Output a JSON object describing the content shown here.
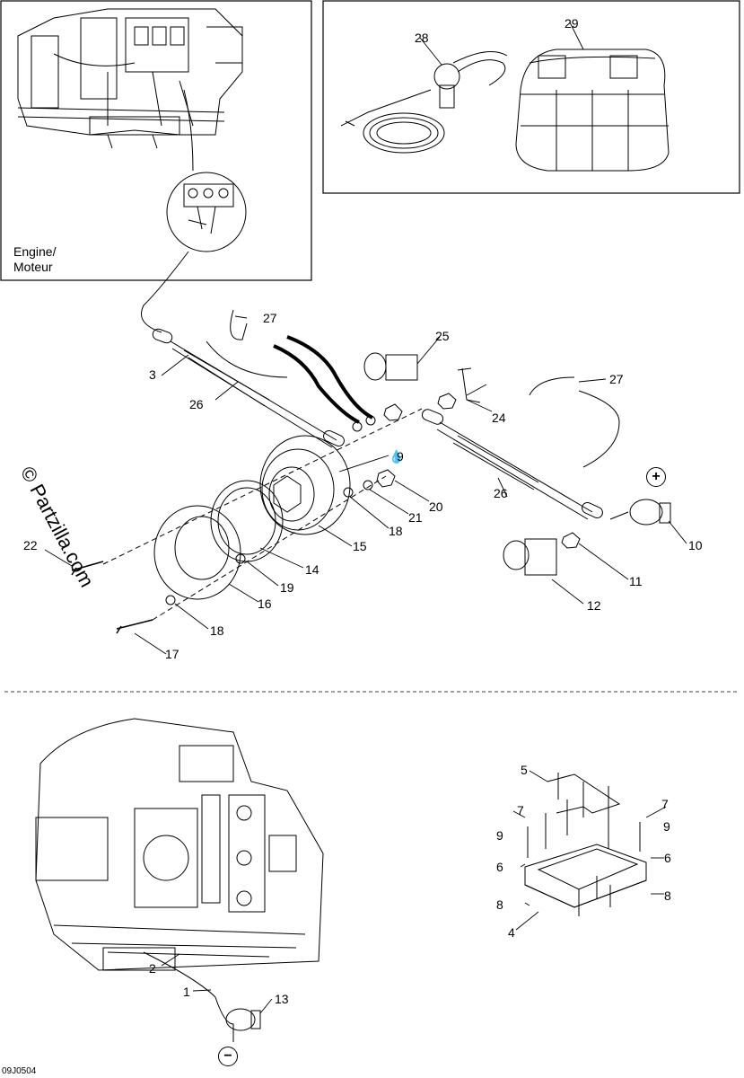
{
  "insets": {
    "engine_caption": "Engine/\nMoteur"
  },
  "watermark": "© Partzilla.com",
  "reference": "09J0504",
  "polarity": {
    "positive": "+",
    "negative": "−"
  },
  "callouts": {
    "c1": "1",
    "c2": "2",
    "c3": "3",
    "c4": "4",
    "c5": "5",
    "c6a": "6",
    "c6b": "6",
    "c7a": "7",
    "c7b": "7",
    "c8a": "8",
    "c8b": "8",
    "c9a": "9",
    "c9b": "9",
    "c9c": "9",
    "c10": "10",
    "c11": "11",
    "c12": "12",
    "c13": "13",
    "c14": "14",
    "c15": "15",
    "c16": "16",
    "c17": "17",
    "c18a": "18",
    "c18b": "18",
    "c19": "19",
    "c20": "20",
    "c21": "21",
    "c22": "22",
    "c24": "24",
    "c25": "25",
    "c26a": "26",
    "c26b": "26",
    "c27a": "27",
    "c27b": "27",
    "c28": "28",
    "c29": "29"
  }
}
